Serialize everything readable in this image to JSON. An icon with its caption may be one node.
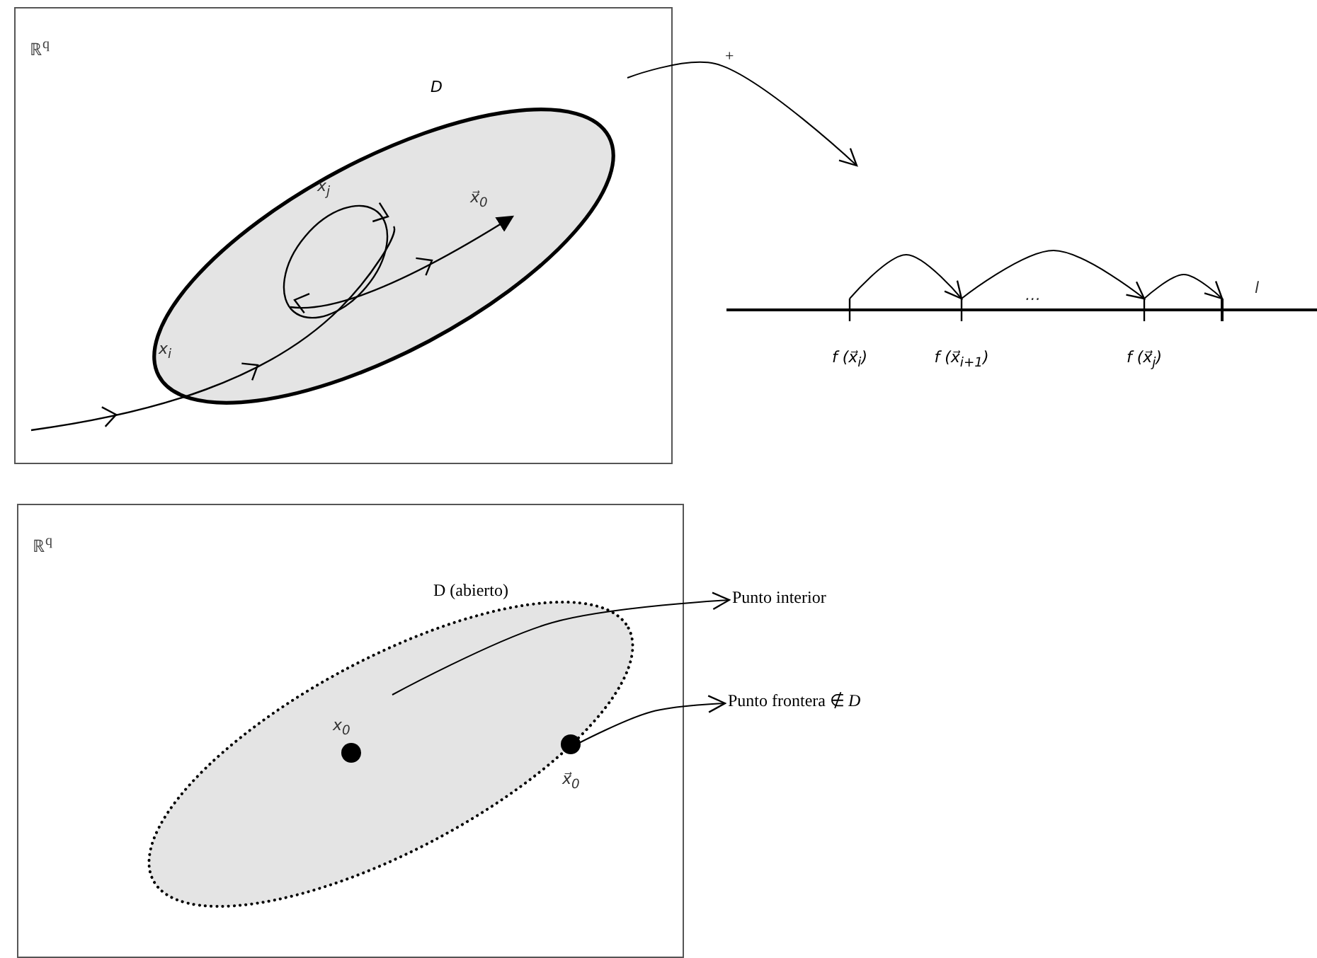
{
  "diagram": {
    "nodes": [
      {
        "text": [
          "ℝ$^{q}$"
        ]
      },
      {
        "text": [
          "D"
        ],
        "in": 0
      },
      {
        "text": [
          "f (x⃗$_{i}$)"
        ]
      },
      {
        "text": [
          "f (x⃗$_{i+1}$)"
        ]
      },
      {
        "text": [
          "f (x⃗$_{j}$)"
        ]
      },
      {
        "text": [],
        "shape": "bar"
      },
      {
        "text": [
          "ℝ$^{q}$"
        ]
      },
      {
        "text": [
          "D (abierto)"
        ],
        "in": 6
      },
      {
        "text": [],
        "shape": "circle",
        "in": 7,
        "beside": [
          "x$_{0}$"
        ]
      },
      {
        "text": [],
        "shape": "circle",
        "in": 7,
        "beside": [
          "x⃗$_{0}$"
        ]
      },
      {
        "text": [
          "Punto interior"
        ]
      },
      {
        "text": [
          "Punto frontera ∉ *D*"
        ]
      }
    ],
    "edges": [
      {
        "from": 1,
        "to": null,
        "arrow": "to",
        "label": "+"
      },
      {
        "from": 2,
        "to": 3,
        "arrow": "to"
      },
      {
        "from": 3,
        "to": 4,
        "arrow": "to"
      },
      {
        "from": 4,
        "to": 5,
        "arrow": "to"
      },
      {
        "from": null,
        "to": 10,
        "arrow": "to"
      },
      {
        "from": 9,
        "to": 11,
        "arrow": "to"
      }
    ],
    "labels": [
      "x$_{j}$",
      "x⃗$_{0}$",
      "…",
      "l",
      "x$_{i}$"
    ]
  }
}
